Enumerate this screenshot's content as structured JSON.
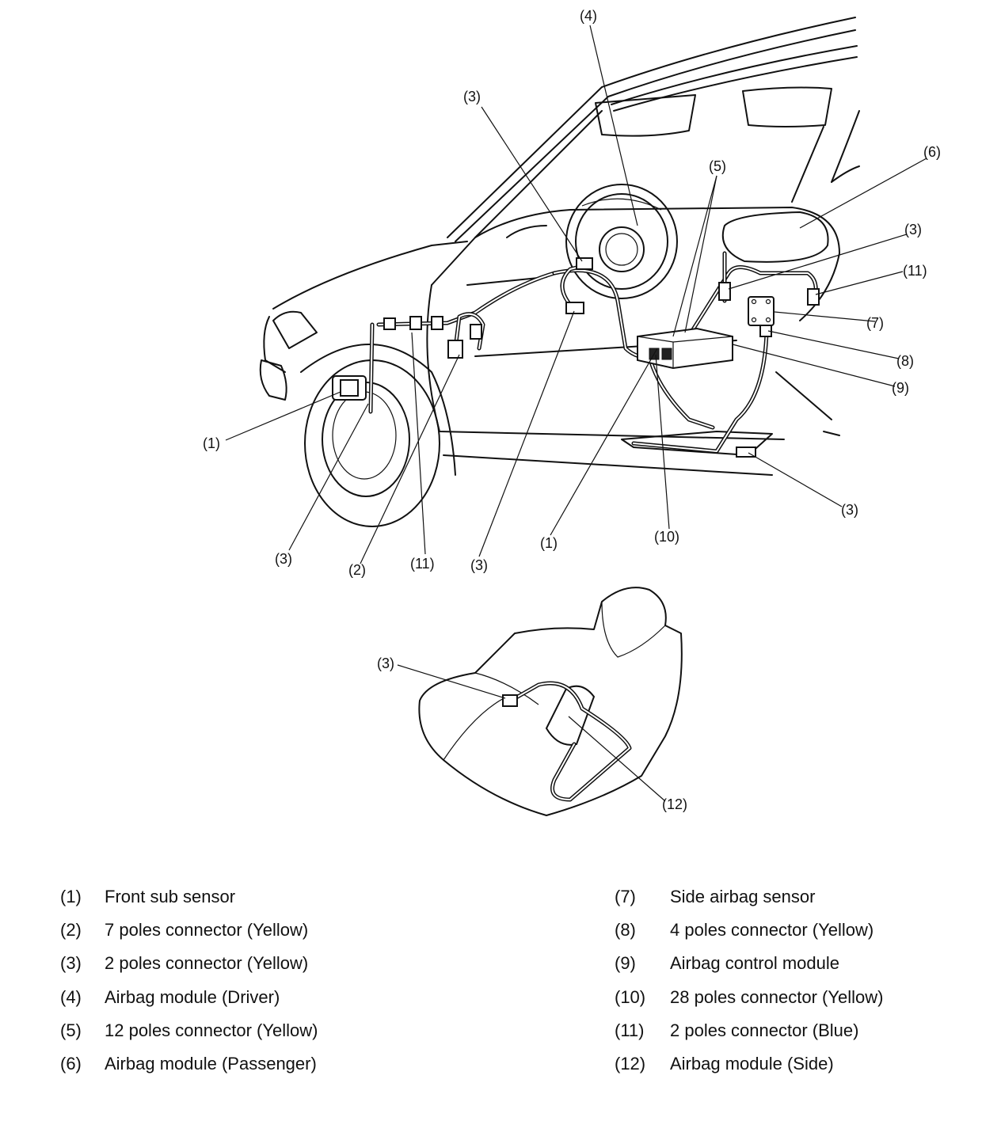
{
  "callouts": {
    "c1a": "(1)",
    "c1b": "(1)",
    "c2": "(2)",
    "c3a": "(3)",
    "c3b": "(3)",
    "c3c": "(3)",
    "c3d": "(3)",
    "c3e": "(3)",
    "c3f": "(3)",
    "c4": "(4)",
    "c5": "(5)",
    "c6": "(6)",
    "c7": "(7)",
    "c8": "(8)",
    "c9": "(9)",
    "c10": "(10)",
    "c11a": "(11)",
    "c11b": "(11)",
    "c12": "(12)"
  },
  "legend": {
    "left": [
      {
        "num": "(1)",
        "label": "Front sub sensor"
      },
      {
        "num": "(2)",
        "label": "7 poles connector (Yellow)"
      },
      {
        "num": "(3)",
        "label": "2 poles connector (Yellow)"
      },
      {
        "num": "(4)",
        "label": "Airbag module (Driver)"
      },
      {
        "num": "(5)",
        "label": "12 poles connector (Yellow)"
      },
      {
        "num": "(6)",
        "label": "Airbag module (Passenger)"
      }
    ],
    "right": [
      {
        "num": "(7)",
        "label": "Side airbag sensor"
      },
      {
        "num": "(8)",
        "label": "4 poles connector (Yellow)"
      },
      {
        "num": "(9)",
        "label": "Airbag control module"
      },
      {
        "num": "(10)",
        "label": "28 poles connector (Yellow)"
      },
      {
        "num": "(11)",
        "label": "2 poles connector (Blue)"
      },
      {
        "num": "(12)",
        "label": "Airbag module (Side)"
      }
    ]
  }
}
